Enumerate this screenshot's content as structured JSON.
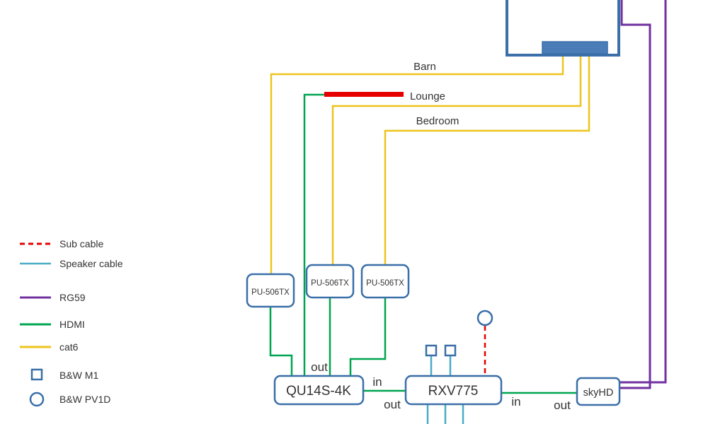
{
  "palette": {
    "device_blue": "#3a6fa8",
    "tv_stand_fill": "#4a7cb8",
    "sub_cable_red": "#e60000",
    "speaker_cable_cyan": "#4bacc6",
    "rg59_purple": "#7030a0",
    "hdmi_green": "#00a550",
    "cat6_yellow": "#eec41d",
    "text": "#333333"
  },
  "rooms": {
    "barn": {
      "label": "Barn"
    },
    "lounge": {
      "label": "Lounge"
    },
    "bedroom": {
      "label": "Bedroom"
    }
  },
  "devices": {
    "tx1": {
      "label": "PU-506TX"
    },
    "tx2": {
      "label": "PU-506TX"
    },
    "tx3": {
      "label": "PU-506TX"
    },
    "matrix": {
      "label": "QU14S-4K"
    },
    "receiver": {
      "label": "RXV775"
    },
    "sky_box": {
      "label": "skyHD"
    }
  },
  "port_labels": {
    "matrix_out_top": "out",
    "matrix_in": "in",
    "receiver_out_left": "out",
    "receiver_in_right": "in",
    "sky_out": "out"
  },
  "legend": {
    "items": [
      {
        "label": "Sub cable",
        "swatch": "dashed-red-line"
      },
      {
        "label": "Speaker cable",
        "swatch": "cyan-line"
      },
      {
        "label": "RG59",
        "swatch": "purple-line"
      },
      {
        "label": "HDMI",
        "swatch": "green-line"
      },
      {
        "label": "cat6",
        "swatch": "yellow-line"
      },
      {
        "label": "B&W M1",
        "swatch": "blue-square"
      },
      {
        "label": "B&W PV1D",
        "swatch": "blue-circle"
      }
    ]
  }
}
